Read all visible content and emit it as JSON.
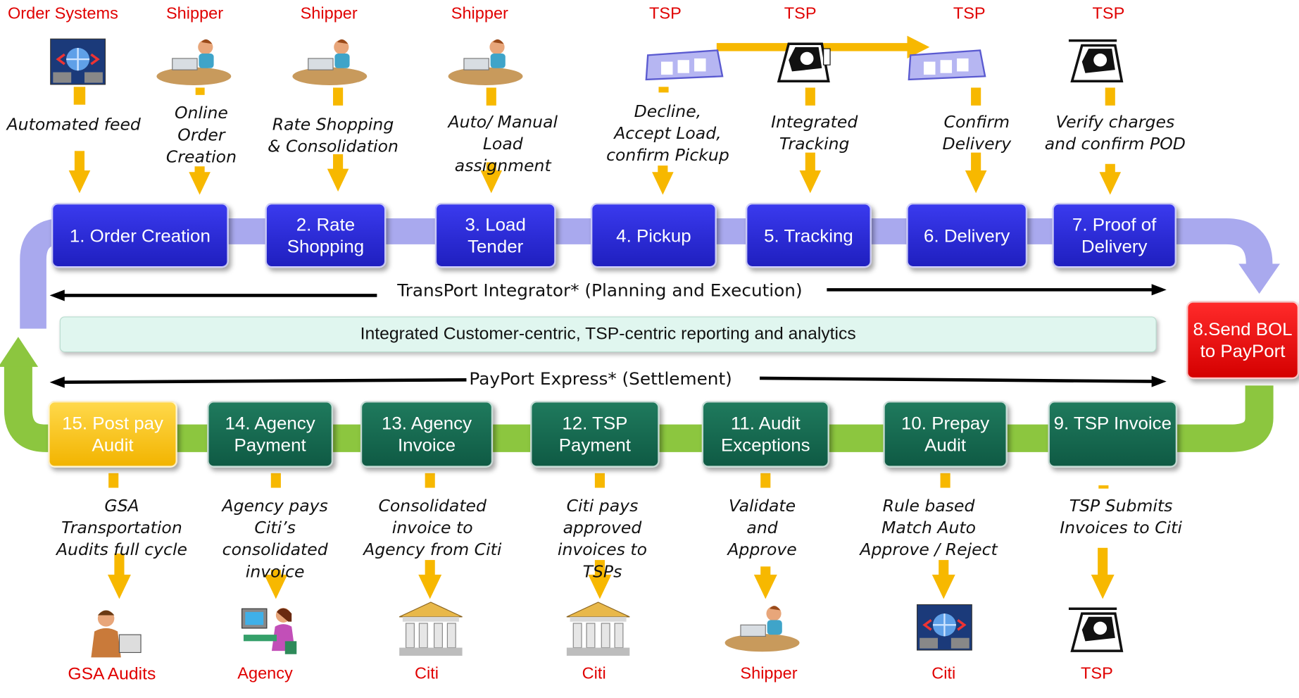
{
  "roles_top": [
    "Order Systems",
    "Shipper",
    "Shipper",
    "Shipper",
    "TSP",
    "TSP",
    "TSP",
    "TSP"
  ],
  "descriptions_top": [
    "Automated feed",
    "Online Order Creation",
    "Rate Shopping & Consolidation",
    "Auto/ Manual Load assignment",
    "Decline, Accept Load, confirm Pickup",
    "Integrated Tracking",
    "Confirm Delivery",
    "Verify charges and confirm POD"
  ],
  "steps_top": [
    "1. Order Creation",
    "2. Rate Shopping",
    "3. Load Tender",
    "4. Pickup",
    "5. Tracking",
    "6. Delivery",
    "7. Proof of Delivery"
  ],
  "step_8": "8.Send BOL to PayPort",
  "steps_bottom": [
    "15. Post pay Audit",
    "14. Agency Payment",
    "13. Agency Invoice",
    "12. TSP Payment",
    "11. Audit Exceptions",
    "10. Prepay Audit",
    "9. TSP Invoice"
  ],
  "descriptions_bottom": [
    "GSA Transportation Audits full cycle",
    "Agency pays Citi’s consolidated invoice",
    "Consolidated invoice to Agency from Citi",
    "Citi pays approved invoices to TSPs",
    "Validate and Approve",
    "Rule based Match Auto Approve / Reject",
    "TSP Submits Invoices to Citi"
  ],
  "roles_bottom": [
    "GSA Audits",
    "Agency",
    "Citi",
    "Citi",
    "Shipper",
    "Citi",
    "TSP"
  ],
  "transport_label": "TransPort Integrator* (Planning and Execution)",
  "reporting_label": "Integrated Customer-centric, TSP-centric reporting and analytics",
  "payport_label": "PayPort Express* (Settlement)",
  "colors": {
    "role_red": "#e00000",
    "arrow_gold": "#f7b800",
    "step_blue": "#2a2ad8",
    "step_green": "#146a50",
    "step_gold": "#f5c000",
    "step_red": "#e00000",
    "band_top": "#a9a9ee",
    "band_bottom": "#8cc63f",
    "reporting_fill": "#e0f6ef"
  }
}
